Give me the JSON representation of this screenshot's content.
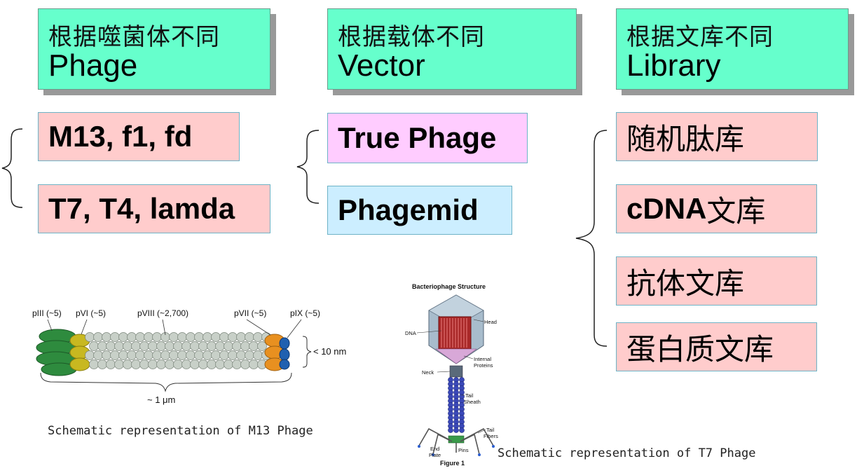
{
  "headers": [
    {
      "cn": "根据噬菌体不同",
      "en": "Phage"
    },
    {
      "cn": "根据载体不同",
      "en": "Vector"
    },
    {
      "cn": "根据文库不同",
      "en": "Library"
    }
  ],
  "phage_items": [
    "M13, f1, fd",
    "T7, T4, lamda"
  ],
  "vector_items": [
    "True Phage",
    "Phagemid"
  ],
  "library_items": [
    {
      "latin": "",
      "cn": "随机肽库"
    },
    {
      "latin": "cDNA",
      "cn": "文库"
    },
    {
      "latin": "",
      "cn": "抗体文库"
    },
    {
      "latin": "",
      "cn": "蛋白质文库"
    }
  ],
  "m13": {
    "labels": {
      "p3": "pIII (~5)",
      "p6": "pVI (~5)",
      "p8": "pVIII (~2,700)",
      "p7": "pVII (~5)",
      "p9": "pIX (~5)"
    },
    "width_label": "< 10 nm",
    "length_label": "~ 1 μm",
    "caption": "Schematic representation of M13 Phage",
    "colors": {
      "p3": "#2e8b3e",
      "p6": "#c8b820",
      "p8": "#c8d0c8",
      "p7": "#e89020",
      "p9": "#2060b0"
    }
  },
  "t7": {
    "title": "Bacteriophage Structure",
    "labels": {
      "head": "Head",
      "dna": "DNA",
      "internal": "Internal",
      "proteins": "Proteins",
      "neck": "Neck",
      "tail": "Tail",
      "sheath": "Sheath",
      "tail2": "Tail",
      "fibers": "Fibers",
      "end": "End",
      "plate": "Plate",
      "pins": "Pins"
    },
    "figure": "Figure 1",
    "caption": "Schematic representation of T7 Phage"
  },
  "colors": {
    "header_bg": "#66ffcc",
    "pink": "#ffcccc",
    "lavender": "#ffccff",
    "lightblue": "#cceeff"
  }
}
